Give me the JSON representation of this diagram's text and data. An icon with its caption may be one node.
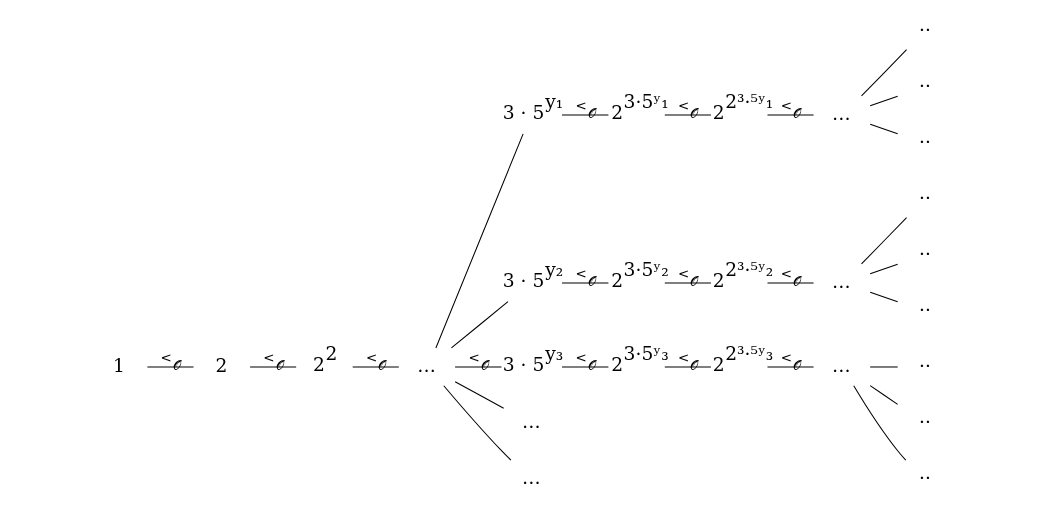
{
  "diagram": {
    "nodes": [
      {
        "text": [
          "1"
        ]
      },
      {
        "text": [
          "2"
        ]
      },
      {
        "text": [
          "2$^{2}$"
        ]
      },
      {
        "text": [
          "…"
        ]
      },
      {
        "text": [
          "3 · 5$^{y₁}$"
        ]
      },
      {
        "text": [
          "2$^{3·5ʸ₁}$"
        ]
      },
      {
        "text": [
          "2$^{2³·⁵ʸ₁}$"
        ]
      },
      {
        "text": [
          "…"
        ]
      },
      {
        "text": [
          "··"
        ]
      },
      {
        "text": [
          "··"
        ]
      },
      {
        "text": [
          "··"
        ]
      },
      {
        "text": [
          "3 · 5$^{y₂}$"
        ]
      },
      {
        "text": [
          "2$^{3·5ʸ₂}$"
        ]
      },
      {
        "text": [
          "2$^{2³·⁵ʸ₂}$"
        ]
      },
      {
        "text": [
          "…"
        ]
      },
      {
        "text": [
          "··"
        ]
      },
      {
        "text": [
          "··"
        ]
      },
      {
        "text": [
          "··"
        ]
      },
      {
        "text": [
          "3 · 5$^{y₃}$"
        ]
      },
      {
        "text": [
          "2$^{3·5ʸ₃}$"
        ]
      },
      {
        "text": [
          "2$^{2³·⁵ʸ₃}$"
        ]
      },
      {
        "text": [
          "…"
        ]
      },
      {
        "text": [
          "··"
        ]
      },
      {
        "text": [
          "··"
        ]
      },
      {
        "text": [
          "··"
        ]
      },
      {
        "text": [
          "…"
        ]
      },
      {
        "text": [
          "…"
        ]
      }
    ],
    "edges": [
      {
        "from": 0,
        "to": 1,
        "arrow": "none",
        "label": "<$_{𝒪}$"
      },
      {
        "from": 1,
        "to": 2,
        "arrow": "none",
        "label": "<$_{𝒪}$"
      },
      {
        "from": 2,
        "to": 3,
        "arrow": "none",
        "label": "<$_{𝒪}$"
      },
      {
        "from": 3,
        "to": 4,
        "arrow": "none"
      },
      {
        "from": 3,
        "to": 11,
        "arrow": "none"
      },
      {
        "from": 3,
        "to": 18,
        "arrow": "none",
        "label": "<$_{𝒪}$"
      },
      {
        "from": 3,
        "to": 25,
        "arrow": "none"
      },
      {
        "from": 3,
        "to": 26,
        "arrow": "none"
      },
      {
        "from": 4,
        "to": 5,
        "arrow": "none",
        "label": "<$_{𝒪}$"
      },
      {
        "from": 5,
        "to": 6,
        "arrow": "none",
        "label": "<$_{𝒪}$"
      },
      {
        "from": 6,
        "to": 7,
        "arrow": "none",
        "label": "<$_{𝒪}$"
      },
      {
        "from": 7,
        "to": 8,
        "arrow": "none"
      },
      {
        "from": 7,
        "to": 9,
        "arrow": "none"
      },
      {
        "from": 7,
        "to": 10,
        "arrow": "none"
      },
      {
        "from": 11,
        "to": 12,
        "arrow": "none",
        "label": "<$_{𝒪}$"
      },
      {
        "from": 12,
        "to": 13,
        "arrow": "none",
        "label": "<$_{𝒪}$"
      },
      {
        "from": 13,
        "to": 14,
        "arrow": "none",
        "label": "<$_{𝒪}$"
      },
      {
        "from": 14,
        "to": 15,
        "arrow": "none"
      },
      {
        "from": 14,
        "to": 16,
        "arrow": "none"
      },
      {
        "from": 14,
        "to": 17,
        "arrow": "none"
      },
      {
        "from": 18,
        "to": 19,
        "arrow": "none",
        "label": "<$_{𝒪}$"
      },
      {
        "from": 19,
        "to": 20,
        "arrow": "none",
        "label": "<$_{𝒪}$"
      },
      {
        "from": 20,
        "to": 21,
        "arrow": "none",
        "label": "<$_{𝒪}$"
      },
      {
        "from": 21,
        "to": 22,
        "arrow": "none"
      },
      {
        "from": 21,
        "to": 23,
        "arrow": "none"
      },
      {
        "from": 21,
        "to": 24,
        "arrow": "none"
      }
    ]
  }
}
